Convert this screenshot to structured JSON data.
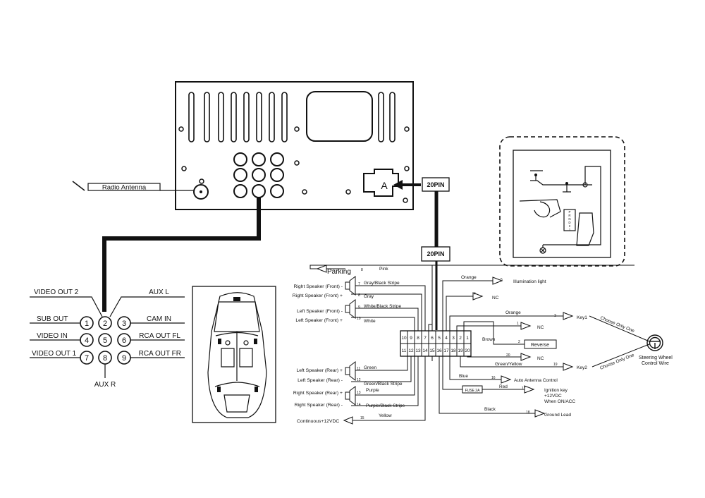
{
  "head_unit": {
    "connector_label": "A",
    "pin_label_top": "20PIN",
    "pin_label_bottom": "20PIN"
  },
  "antenna": {
    "label": "Radio Antenna"
  },
  "rca": {
    "left_labels": [
      "VIDEO OUT 2",
      "SUB OUT",
      "VIDEO IN",
      "VIDEO OUT 1"
    ],
    "right_labels": [
      "AUX L",
      "CAM IN",
      "RCA OUT FL",
      "RCA OUT FR"
    ],
    "bottom_label": "AUX R",
    "numbers": [
      "1",
      "2",
      "3",
      "4",
      "5",
      "6",
      "7",
      "8",
      "9"
    ]
  },
  "harness": {
    "top_row_pins": [
      "10",
      "9",
      "8",
      "7",
      "6",
      "5",
      "4",
      "3",
      "2",
      "1"
    ],
    "bottom_row_pins": [
      "11",
      "12",
      "13",
      "14",
      "15",
      "16",
      "17",
      "18",
      "19",
      "20"
    ],
    "parking": {
      "label": "Parking",
      "pin": "8",
      "wire": "Pink"
    },
    "speakers": [
      {
        "label": "Right Speaker (Front) -",
        "pin": "7",
        "wire": "Gray/Black Stripe"
      },
      {
        "label": "Right Speaker (Front) +",
        "pin": "8",
        "wire": "Gray"
      },
      {
        "label": "Left Speaker (Front) -",
        "pin": "9",
        "wire": "White/Black Stripe"
      },
      {
        "label": "Left Speaker (Front) +",
        "pin": "10",
        "wire": "White"
      },
      {
        "label": "Left Speaker (Rear) +",
        "pin": "11",
        "wire": "Green"
      },
      {
        "label": "Left Speaker (Rear) -",
        "pin": "12",
        "wire": "Green/Black Stripe"
      },
      {
        "label": "Right Speaker (Rear) +",
        "pin": "13",
        "wire": "Purple"
      },
      {
        "label": "Right Speaker (Rear) -",
        "pin": "14",
        "wire": "Purple/Black Stripe"
      }
    ],
    "continuous": {
      "label": "Continuous+12VDC",
      "pin": "15",
      "wire": "Yellow"
    },
    "right_wires": [
      {
        "wire": "Orange",
        "pin": "5",
        "target": "Illumination light"
      },
      {
        "wire": "",
        "pin": "4",
        "target": "NC"
      },
      {
        "wire": "Orange",
        "pin": "3",
        "target": "Key1"
      },
      {
        "wire": "",
        "pin": "1",
        "target": "NC"
      },
      {
        "wire": "Brown",
        "pin": "2",
        "target": "Reverse"
      },
      {
        "wire": "",
        "pin": "20",
        "target": "NC"
      },
      {
        "wire": "Green/Yellow",
        "pin": "19",
        "target": "Key2"
      },
      {
        "wire": "Blue",
        "pin": "16",
        "target": "Auto Antenna Control"
      },
      {
        "wire": "Red",
        "pin": "17",
        "target": "Ignition key"
      },
      {
        "wire": "Black",
        "pin": "18",
        "target": "Ground Lead"
      }
    ],
    "fuse_label": "FUSE 2A",
    "ignition_extra_1": "+12VDC",
    "ignition_extra_2": "When ON/ACC"
  },
  "steering": {
    "choose_1": "Choose Only One",
    "choose_2": "Choose Only One",
    "label_1": "Steering Wheel",
    "label_2": "Control Wire"
  },
  "inset": {
    "gear_letters": [
      "P",
      "R",
      "N",
      "D",
      "2",
      "1"
    ]
  }
}
